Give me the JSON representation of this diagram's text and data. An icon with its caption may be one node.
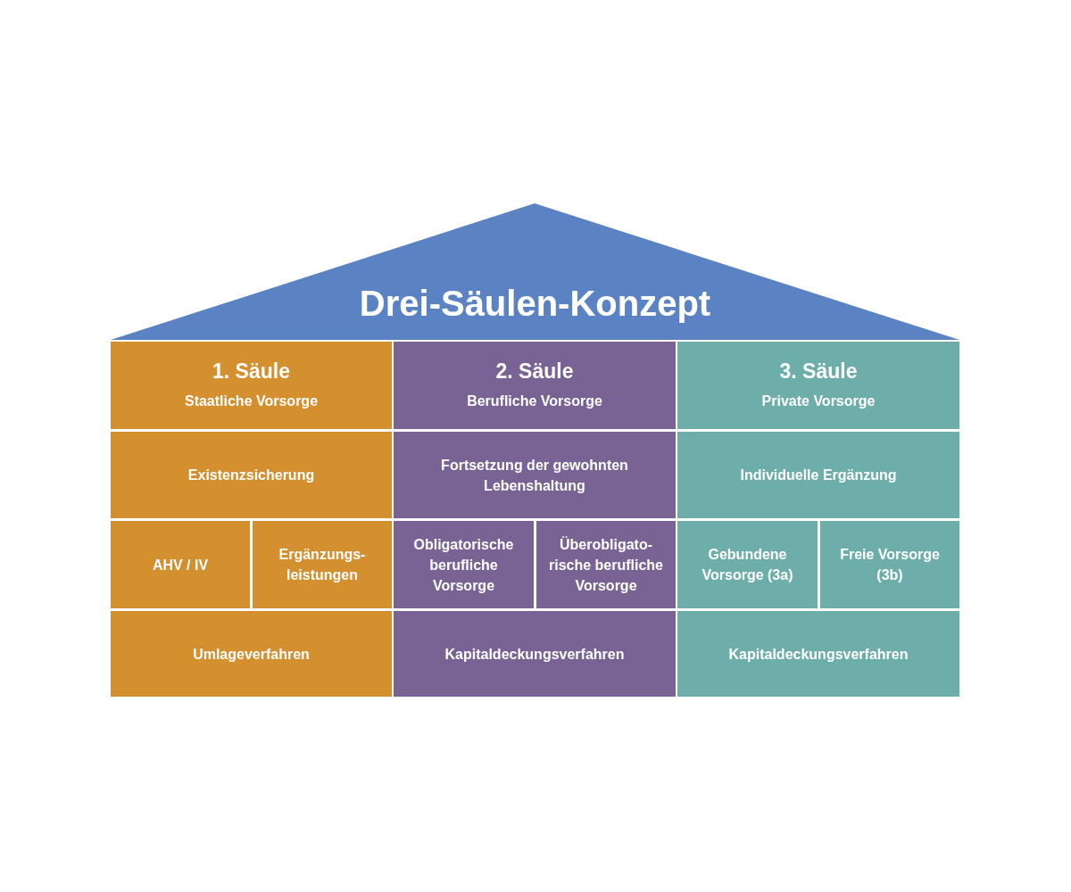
{
  "diagram": {
    "nodes": [
      {
        "text": [
          "Drei-Säulen-Konzept"
        ]
      },
      {
        "text": [
          "1. Säule",
          "Staatliche Vorsorge"
        ]
      },
      {
        "text": [
          "2. Säule",
          "Berufliche Vorsorge"
        ]
      },
      {
        "text": [
          "3. Säule",
          "Private Vorsorge"
        ]
      },
      {
        "text": [
          "Existenzsicherung"
        ]
      },
      {
        "text": [
          "Fortsetzung der gewohnten Lebenshaltung"
        ]
      },
      {
        "text": [
          "Individuelle Ergänzung"
        ]
      },
      {
        "text": [
          "AHV / IV"
        ]
      },
      {
        "text": [
          "Ergänzungs- leistungen"
        ]
      },
      {
        "text": [
          "Obligatorische berufliche Vorsorge"
        ]
      },
      {
        "text": [
          "Überobligato- rische berufliche Vorsorge"
        ]
      },
      {
        "text": [
          "Gebundene Vorsorge (3a)"
        ]
      },
      {
        "text": [
          "Freie Vorsorge (3b)"
        ]
      },
      {
        "text": [
          "Umlageverfahren"
        ]
      },
      {
        "text": [
          "Kapitaldeckungsverfahren"
        ]
      },
      {
        "text": [
          "Kapitaldeckungsverfahren"
        ]
      }
    ]
  }
}
